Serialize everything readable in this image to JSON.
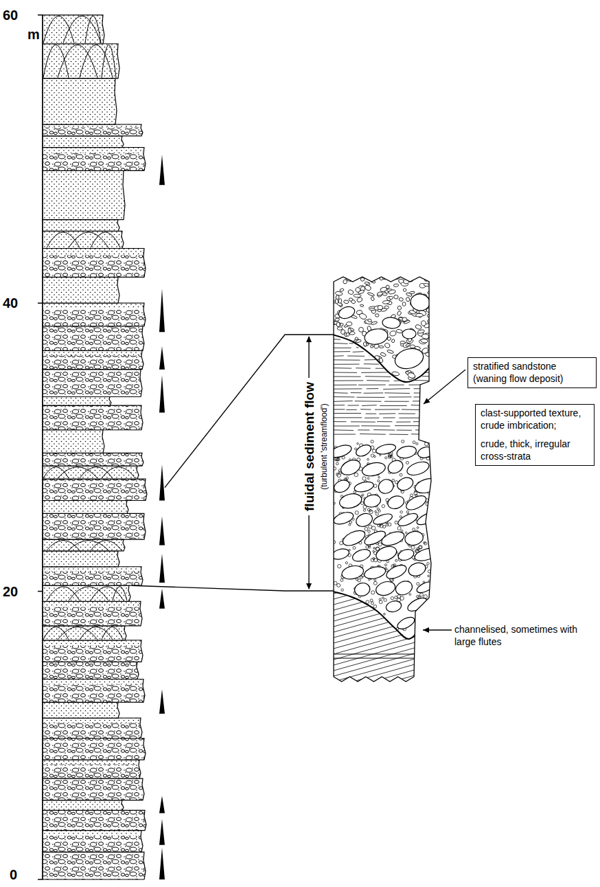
{
  "diagram": {
    "nodes": [
      {
        "text": [
          "stratified sandstone (waning flow deposit)"
        ]
      },
      {
        "text": [
          "clast-supported texture, crude imbrication;",
          "crude, thick, irregular cross-strata"
        ]
      }
    ],
    "labels": [
      "60",
      "m",
      "40",
      "20",
      "0",
      "fluidal sediment flow",
      "(turbulent 'streamflood')",
      "channelised, sometimes with large flutes"
    ]
  }
}
